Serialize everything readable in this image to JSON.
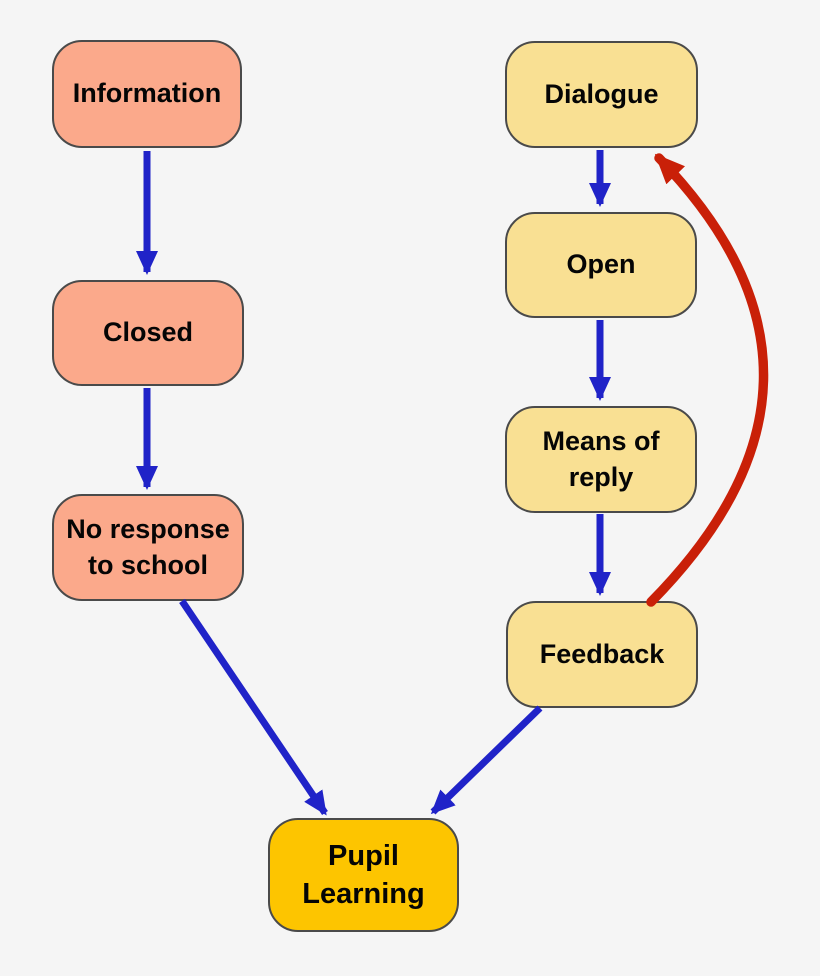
{
  "diagram": {
    "colors": {
      "background": "#f5f5f5",
      "salmon": "#fba98b",
      "yellow": "#f9e093",
      "gold": "#fdc500",
      "arrow_blue": "#2023c8",
      "arrow_red": "#c92008",
      "node_border": "#4a4a4a",
      "shadow_gray": "#b2b2b2",
      "text": "#050505"
    },
    "nodes": {
      "information": {
        "label": "Information",
        "color": "#fba98b"
      },
      "closed": {
        "label": "Closed",
        "color": "#fba98b"
      },
      "no_response": {
        "label": "No response to school",
        "color": "#fba98b"
      },
      "dialogue": {
        "label": "Dialogue",
        "color": "#f9e093"
      },
      "open": {
        "label": "Open",
        "color": "#f9e093"
      },
      "means_of_reply": {
        "label": "Means of reply",
        "color": "#f9e093"
      },
      "feedback": {
        "label": "Feedback",
        "color": "#f9e093"
      },
      "pupil_learning": {
        "label": "Pupil Learning",
        "color": "#fdc500"
      }
    },
    "edges": [
      {
        "from": "information",
        "to": "closed",
        "color": "blue",
        "style": "straight"
      },
      {
        "from": "closed",
        "to": "no_response",
        "color": "blue",
        "style": "straight"
      },
      {
        "from": "no_response",
        "to": "pupil_learning",
        "color": "blue",
        "style": "straight"
      },
      {
        "from": "dialogue",
        "to": "open",
        "color": "blue",
        "style": "straight"
      },
      {
        "from": "open",
        "to": "means_of_reply",
        "color": "blue",
        "style": "straight"
      },
      {
        "from": "means_of_reply",
        "to": "feedback",
        "color": "blue",
        "style": "straight"
      },
      {
        "from": "feedback",
        "to": "pupil_learning",
        "color": "blue",
        "style": "straight"
      },
      {
        "from": "feedback",
        "to": "dialogue",
        "color": "red",
        "style": "curved-feedback-loop"
      }
    ]
  }
}
